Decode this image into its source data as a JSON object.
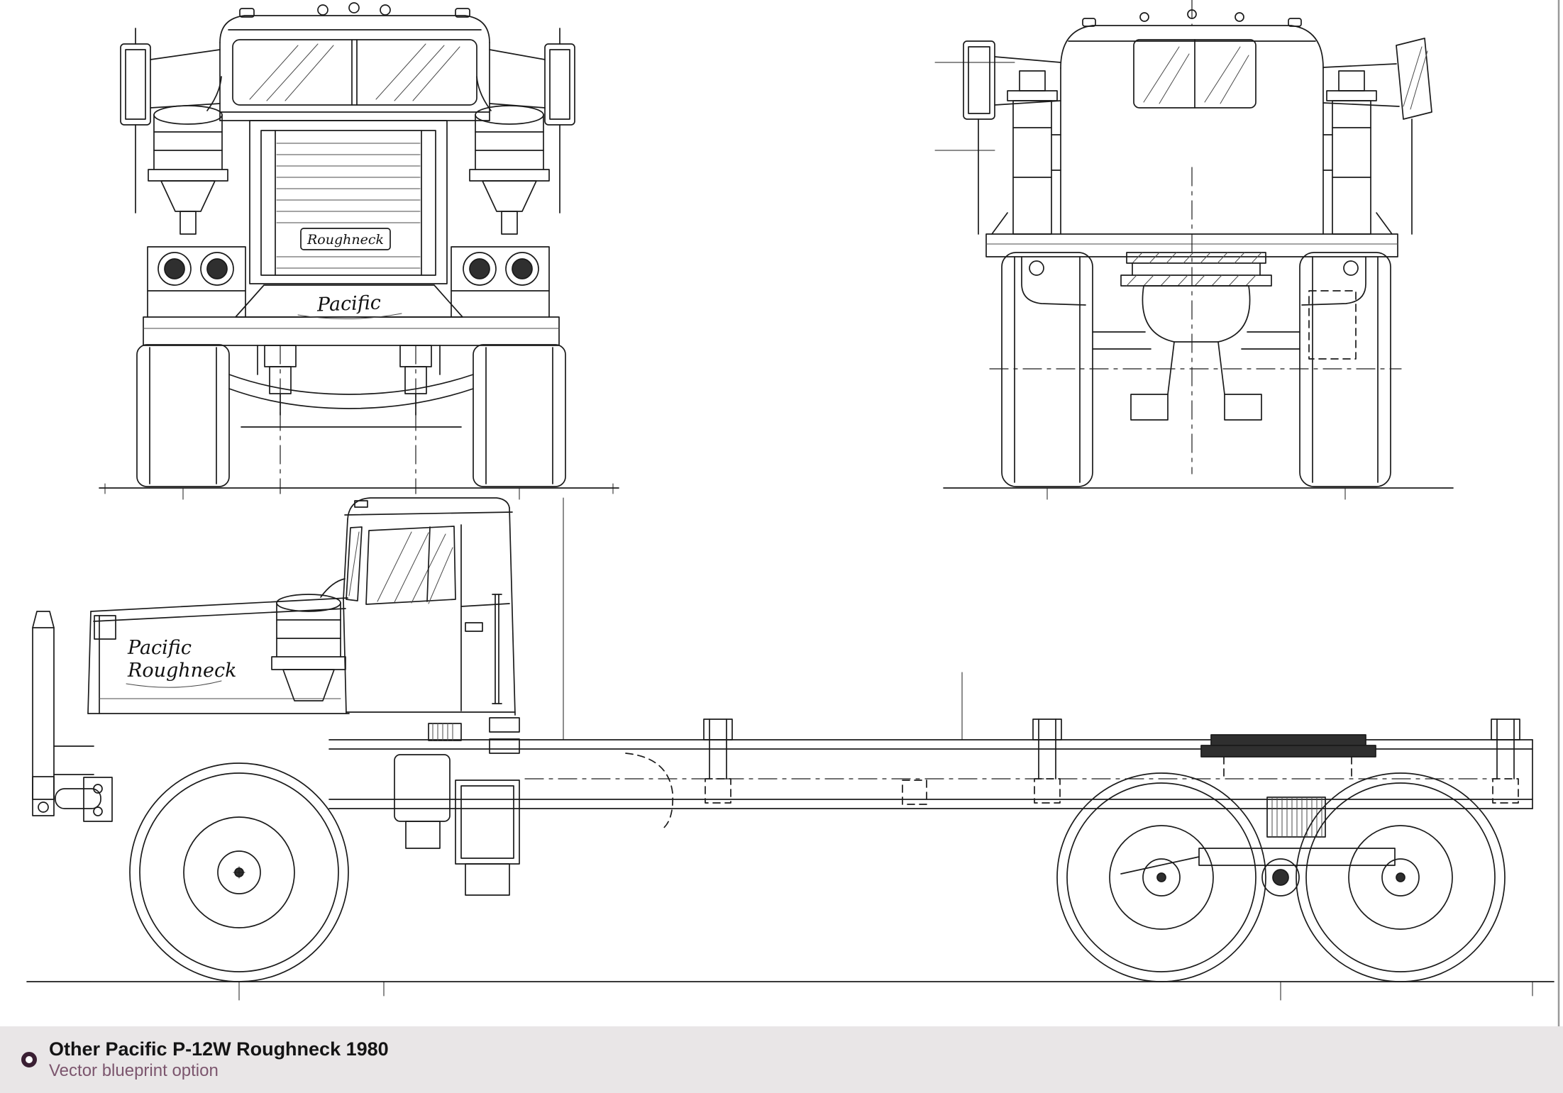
{
  "blueprint": {
    "line_color": "#1b1b1b",
    "background_color": "#ffffff",
    "labels": {
      "front_grille_badge": "Roughneck",
      "front_bumper_script": "Pacific",
      "side_hood_script_line1": "Pacific",
      "side_hood_script_line2": "Roughneck"
    }
  },
  "footer": {
    "title": "Other Pacific P-12W Roughneck 1980",
    "subtitle": "Vector blueprint option",
    "bar_color": "#e9e6e7",
    "title_color": "#141414",
    "subtitle_color": "#7c566e",
    "bullet_ring_color": "#3a1f33"
  }
}
